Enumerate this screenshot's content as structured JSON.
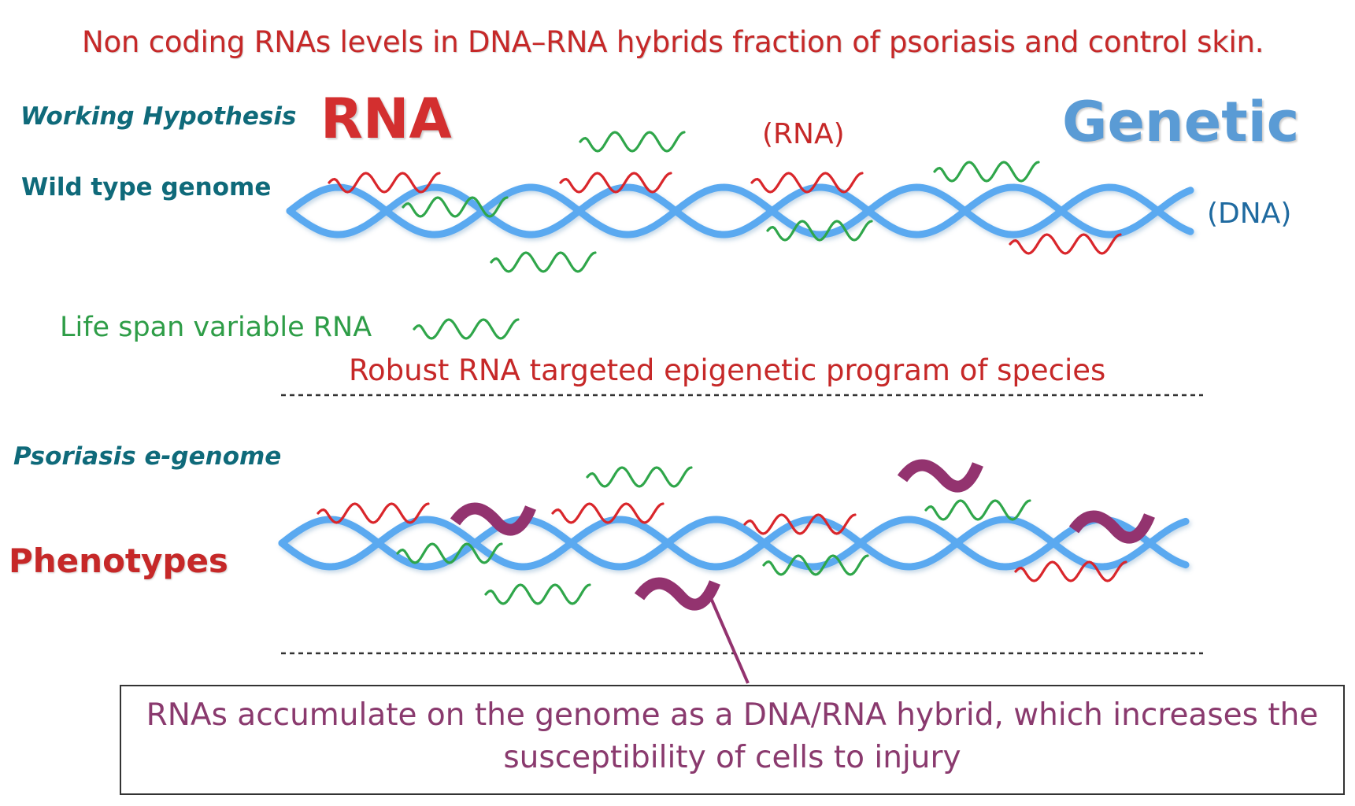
{
  "title": "Non coding RNAs levels in DNA–RNA hybrids fraction of psoriasis and control skin.",
  "labels": {
    "working_hypothesis": "Working Hypothesis",
    "rna_big": "RNA",
    "genetic": "Genetic",
    "rna_paren": "(RNA)",
    "wild_type_genome": "Wild type genome",
    "dna_paren": "(DNA)",
    "life_span": "Life span variable RNA",
    "robust": "Robust RNA targeted epigenetic program of species",
    "psoriasis_genome": "Psoriasis  e-genome",
    "phenotypes": "Phenotypes"
  },
  "callout": {
    "line1": "RNAs accumulate on the genome as a DNA/RNA hybrid, which increases the",
    "line2": "susceptibility of cells to injury"
  },
  "colors": {
    "dna": "#5aa9f0",
    "coding_rna": "#d9262b",
    "variable_rna": "#2fa64a",
    "hybrid_rna": "#93336f",
    "heading_teal": "#0f6a7a"
  }
}
